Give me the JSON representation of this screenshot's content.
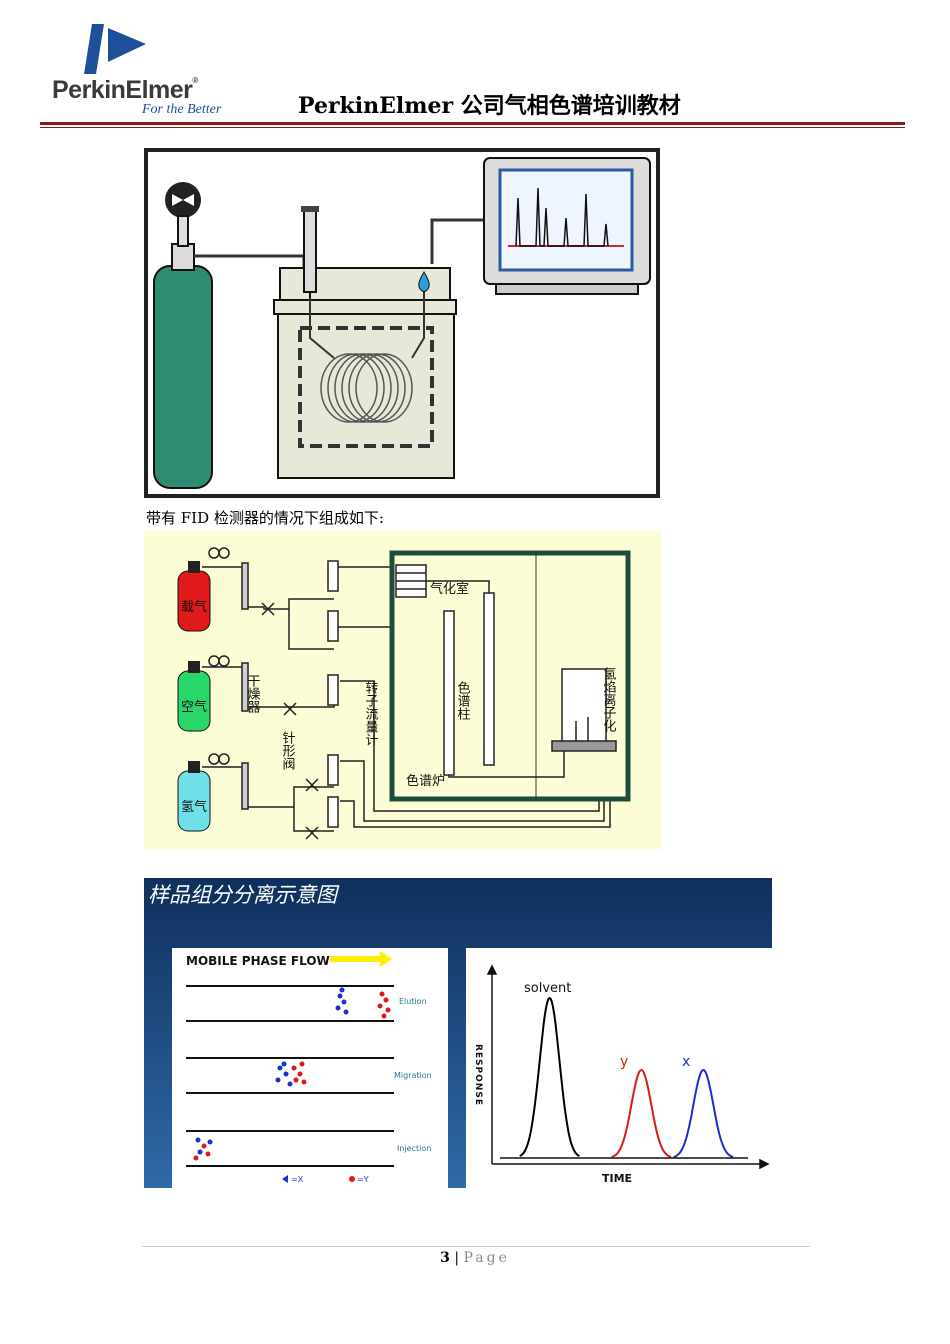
{
  "header": {
    "logo_name": "PerkinElmer",
    "logo_tagline": "For the Better",
    "title": "PerkinElmer 公司气相色谱培训教材"
  },
  "caption": "带有 FID 检测器的情况下组成如下:",
  "fid_diagram": {
    "tank_labels": [
      "载气",
      "空气",
      "氢气"
    ],
    "dryer_label": "干燥器",
    "needle_valve_label": "针形阀",
    "rotameter_label": "转子流量计",
    "injector_label": "气化室",
    "column_label": "色谱柱",
    "oven_label": "色谱炉",
    "detector_label": "氢焰离子化"
  },
  "separation_figure": {
    "title": "样品组分分离示意图",
    "flow_label": "MOBILE PHASE FLOW",
    "stage_labels": [
      "Elution",
      "Migration",
      "Injection"
    ],
    "legend_x": "=X",
    "legend_y": "=Y",
    "y_axis_label": "RESPONSE",
    "x_axis_label": "TIME",
    "peak_labels": [
      "solvent",
      "y",
      "x"
    ],
    "colors": {
      "x": "#1a2fd0",
      "y": "#d81b1b",
      "background": "#123a6a"
    }
  },
  "chart_data": {
    "type": "line",
    "title": "",
    "xlabel": "TIME",
    "ylabel": "RESPONSE",
    "series": [
      {
        "name": "solvent",
        "peak_x": 0.2,
        "peak_height": 1.0,
        "color": "#000000"
      },
      {
        "name": "y",
        "peak_x": 0.57,
        "peak_height": 0.55,
        "color": "#d81b1b"
      },
      {
        "name": "x",
        "peak_x": 0.82,
        "peak_height": 0.55,
        "color": "#1a2fd0"
      }
    ]
  },
  "footer": {
    "page_number": "3",
    "separator": "|",
    "page_word": "Page"
  }
}
